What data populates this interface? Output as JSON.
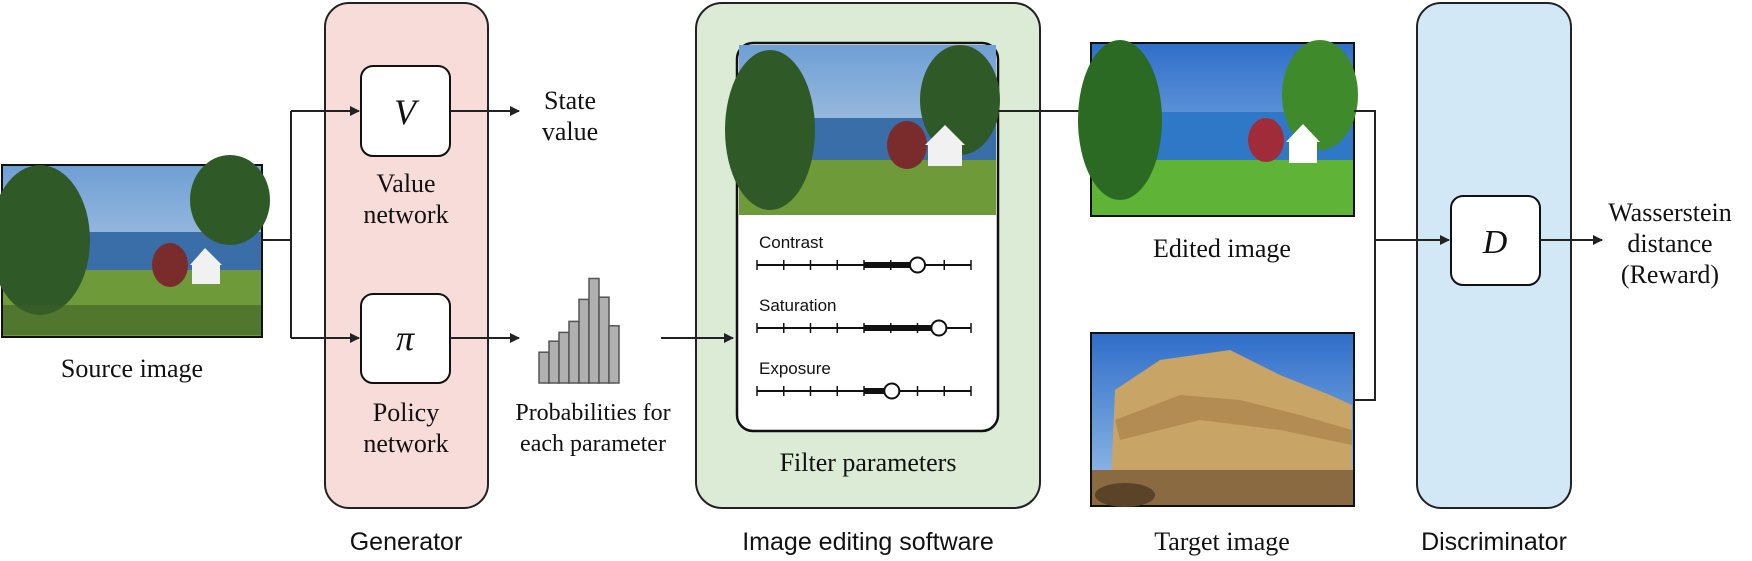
{
  "labels": {
    "source_image": "Source image",
    "value_symbol": "V",
    "value_network_l1": "Value",
    "value_network_l2": "network",
    "state_value_l1": "State",
    "state_value_l2": "value",
    "policy_symbol": "π",
    "policy_network_l1": "Policy",
    "policy_network_l2": "network",
    "probabilities_l1": "Probabilities for",
    "probabilities_l2": "each  parameter",
    "filter_parameters": "Filter parameters",
    "edited_image": "Edited image",
    "target_image": "Target image",
    "discriminator_symbol": "D",
    "wasserstein_l1": "Wasserstein",
    "wasserstein_l2": "distance",
    "wasserstein_l3": "(Reward)"
  },
  "groups": {
    "generator": "Generator",
    "image_editing_software": "Image editing software",
    "discriminator": "Discriminator"
  },
  "sliders": [
    {
      "label": "Contrast",
      "value": 0.75
    },
    {
      "label": "Saturation",
      "value": 0.85
    },
    {
      "label": "Exposure",
      "value": 0.63
    }
  ],
  "histogram": [
    0.28,
    0.38,
    0.46,
    0.56,
    0.76,
    0.95,
    0.78,
    0.52
  ],
  "colors": {
    "generator_fill": "#f8dcda",
    "editing_fill": "#dcebd6",
    "discriminator_fill": "#d3e8f6",
    "sky": "#7fa8d8",
    "foliage": "#2f5a28",
    "grass": "#6f9a3a",
    "water": "#3a6ea8",
    "cliff": "#c9a467"
  }
}
